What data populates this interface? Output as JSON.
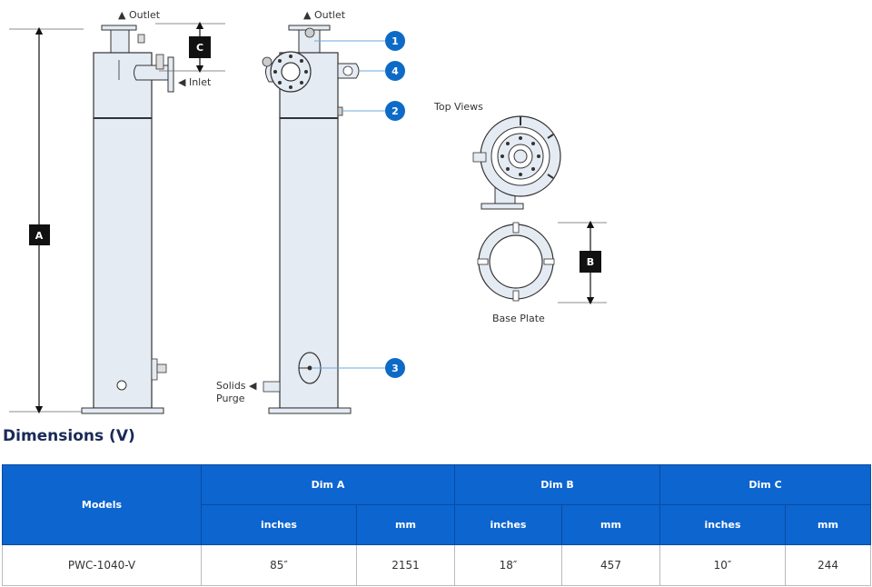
{
  "diagram": {
    "outlet_left": "▲ Outlet",
    "outlet_right": "▲ Outlet",
    "inlet": "◀ Inlet",
    "solids_purge_line1": "Solids ◀",
    "solids_purge_line2": "Purge",
    "top_views": "Top Views",
    "base_plate": "Base Plate",
    "dim_a": "A",
    "dim_b": "B",
    "dim_c": "C",
    "callouts": [
      "1",
      "2",
      "3",
      "4"
    ]
  },
  "section_title": "Dimensions (V)",
  "table": {
    "models_header": "Models",
    "groups": [
      "Dim A",
      "Dim B",
      "Dim C"
    ],
    "units": [
      "inches",
      "mm",
      "inches",
      "mm",
      "inches",
      "mm"
    ],
    "rows": [
      {
        "model": "PWC-1040-V",
        "values": [
          "85″",
          "2151",
          "18″",
          "457",
          "10″",
          "244"
        ]
      }
    ]
  },
  "colors": {
    "header_blue": "#0d65cf",
    "callout_blue": "#0d6bc7",
    "title_navy": "#1a2a57"
  }
}
